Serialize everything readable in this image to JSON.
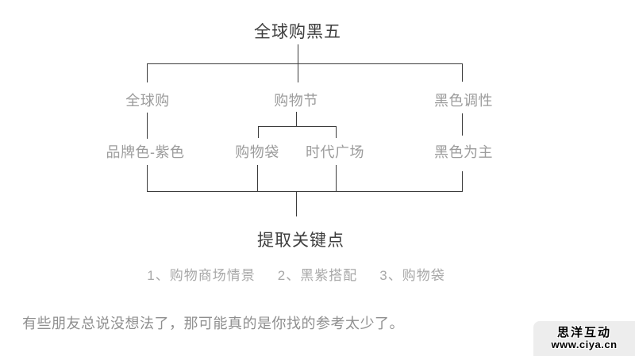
{
  "diagram": {
    "root": "全球购黑五",
    "level1": [
      {
        "label": "全球购"
      },
      {
        "label": "购物节"
      },
      {
        "label": "黑色调性"
      }
    ],
    "level2": [
      {
        "label": "品牌色-紫色"
      },
      {
        "label": "购物袋"
      },
      {
        "label": "时代广场"
      },
      {
        "label": "黑色为主"
      }
    ],
    "summary_title": "提取关键点",
    "key_points": [
      {
        "label": "1、购物商场情景"
      },
      {
        "label": "2、黑紫搭配"
      },
      {
        "label": "3、购物袋"
      }
    ]
  },
  "note": "有些朋友总说没想法了，那可能真的是你找的参考太少了。",
  "watermark": {
    "brand": "思洋互动",
    "url": "www.ciya.cn"
  },
  "colors": {
    "line": "#3c3c3c",
    "heading": "#3e3e3e",
    "label": "#9c9c9c",
    "muted": "#a8a8a8",
    "note": "#8f8f8f",
    "badge": "#ededed"
  }
}
